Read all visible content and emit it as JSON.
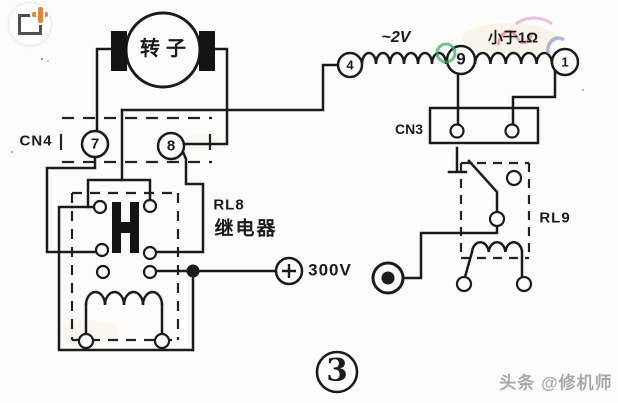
{
  "colors": {
    "ink": "#1b1b1b",
    "paper": "#fcfcfa",
    "watermark_gray": "#a8a8a8",
    "icon_accent": "#da8a3e",
    "logo_green": "#35a65a",
    "logo_red": "#d84a86",
    "logo_blue": "#4f6cc4",
    "logo_pink": "#cd7ab4"
  },
  "toolbar": {
    "icon": "screenshot-plus-icon"
  },
  "diagram": {
    "rotor_label": "转子",
    "connector_cn4": "CN4",
    "connector_cn3": "CN3",
    "coil_voltage": "~2V",
    "coil_resistance": "小于1Ω",
    "relay8_id": "RL8",
    "relay8_type": "继电器",
    "relay9_id": "RL9",
    "supply_polarity": "+",
    "supply_voltage": "300V",
    "terminals": {
      "t7": "7",
      "t8": "8",
      "t4": "4",
      "t9": "9",
      "t1": "1"
    },
    "figure_number": "3",
    "watermark_text": "头条 @修机师"
  }
}
